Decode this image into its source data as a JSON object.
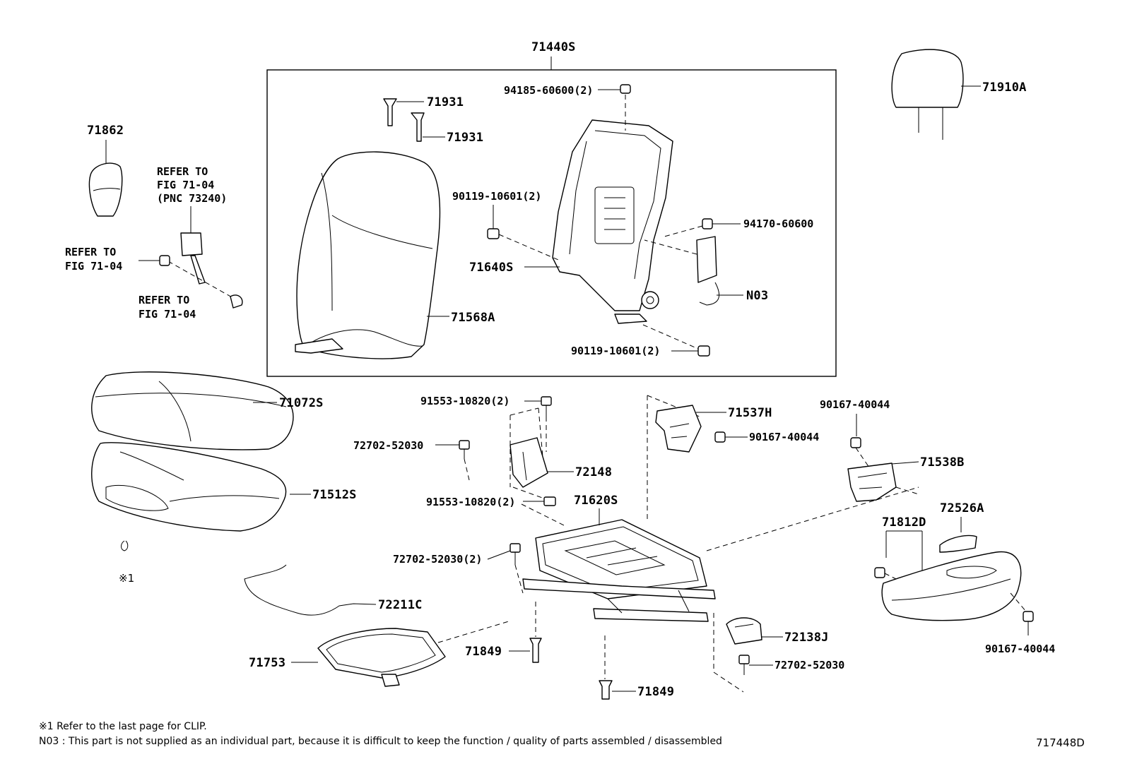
{
  "labels": {
    "assembly_71440S": "71440S",
    "p94185": "94185-60600(2)",
    "p71931a": "71931",
    "p71931b": "71931",
    "p90119_upper": "90119-10601(2)",
    "p94170": "94170-60600",
    "p71640S": "71640S",
    "pN03": "N03",
    "p71568A": "71568A",
    "p90119_lower": "90119-10601(2)",
    "p71862": "71862",
    "p71910A": "71910A",
    "p71072S": "71072S",
    "p71512S": "71512S",
    "p72211C": "72211C",
    "p71753": "71753",
    "p91553_upper": "91553-10820(2)",
    "p72702_a": "72702-52030",
    "p72148": "72148",
    "p91553_lower": "91553-10820(2)",
    "p71620S": "71620S",
    "p72702_b": "72702-52030(2)",
    "p71849_a": "71849",
    "p71849_b": "71849",
    "p71537H": "71537H",
    "p90167_a": "90167-40044",
    "p90167_b": "90167-40044",
    "p71538B": "71538B",
    "p72526A": "72526A",
    "p71812D": "71812D",
    "p90167_c": "90167-40044",
    "p72138J": "72138J",
    "p72702_c": "72702-52030",
    "clip_mark": "※1"
  },
  "references": {
    "belt_refer_line1": "REFER TO",
    "belt_refer_line2": "FIG 71-04",
    "belt_refer_line3": "(PNC 73240)",
    "left_refer_line1": "REFER TO",
    "left_refer_line2": "FIG 71-04",
    "lower_refer_line1": "REFER TO",
    "lower_refer_line2": "FIG 71-04"
  },
  "notes": {
    "note1": "※1 Refer to the last page for CLIP.",
    "note2": "N03 : This part is not supplied as an individual part, because it is difficult to keep the function / quality of parts assembled / disassembled"
  },
  "figure_code": "717448D"
}
